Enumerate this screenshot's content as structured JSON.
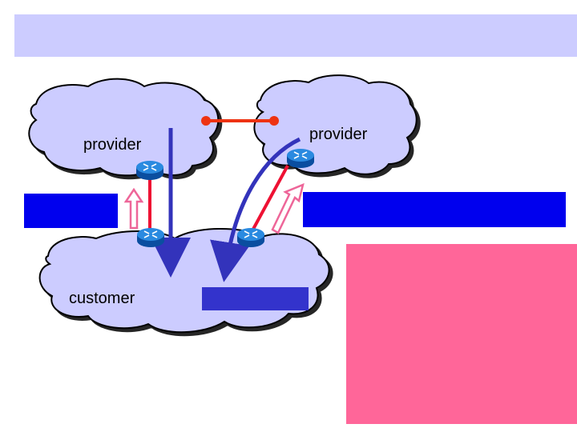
{
  "labels": {
    "provider_left": "provider",
    "provider_right": "provider",
    "customer": "customer"
  },
  "colors": {
    "cloud_fill": "#ccccff",
    "title_bar": "#ccccff",
    "band": "#0000ee",
    "customer_box": "#3333cc",
    "pink_panel": "#ff6699",
    "peering_link": "#ee3311",
    "customer_link": "#ee1133",
    "route_arrow": "#3333bb",
    "hollow_arrow": "#ee6699",
    "router": "#1a6fd0"
  },
  "icons": [
    "router-icon"
  ]
}
